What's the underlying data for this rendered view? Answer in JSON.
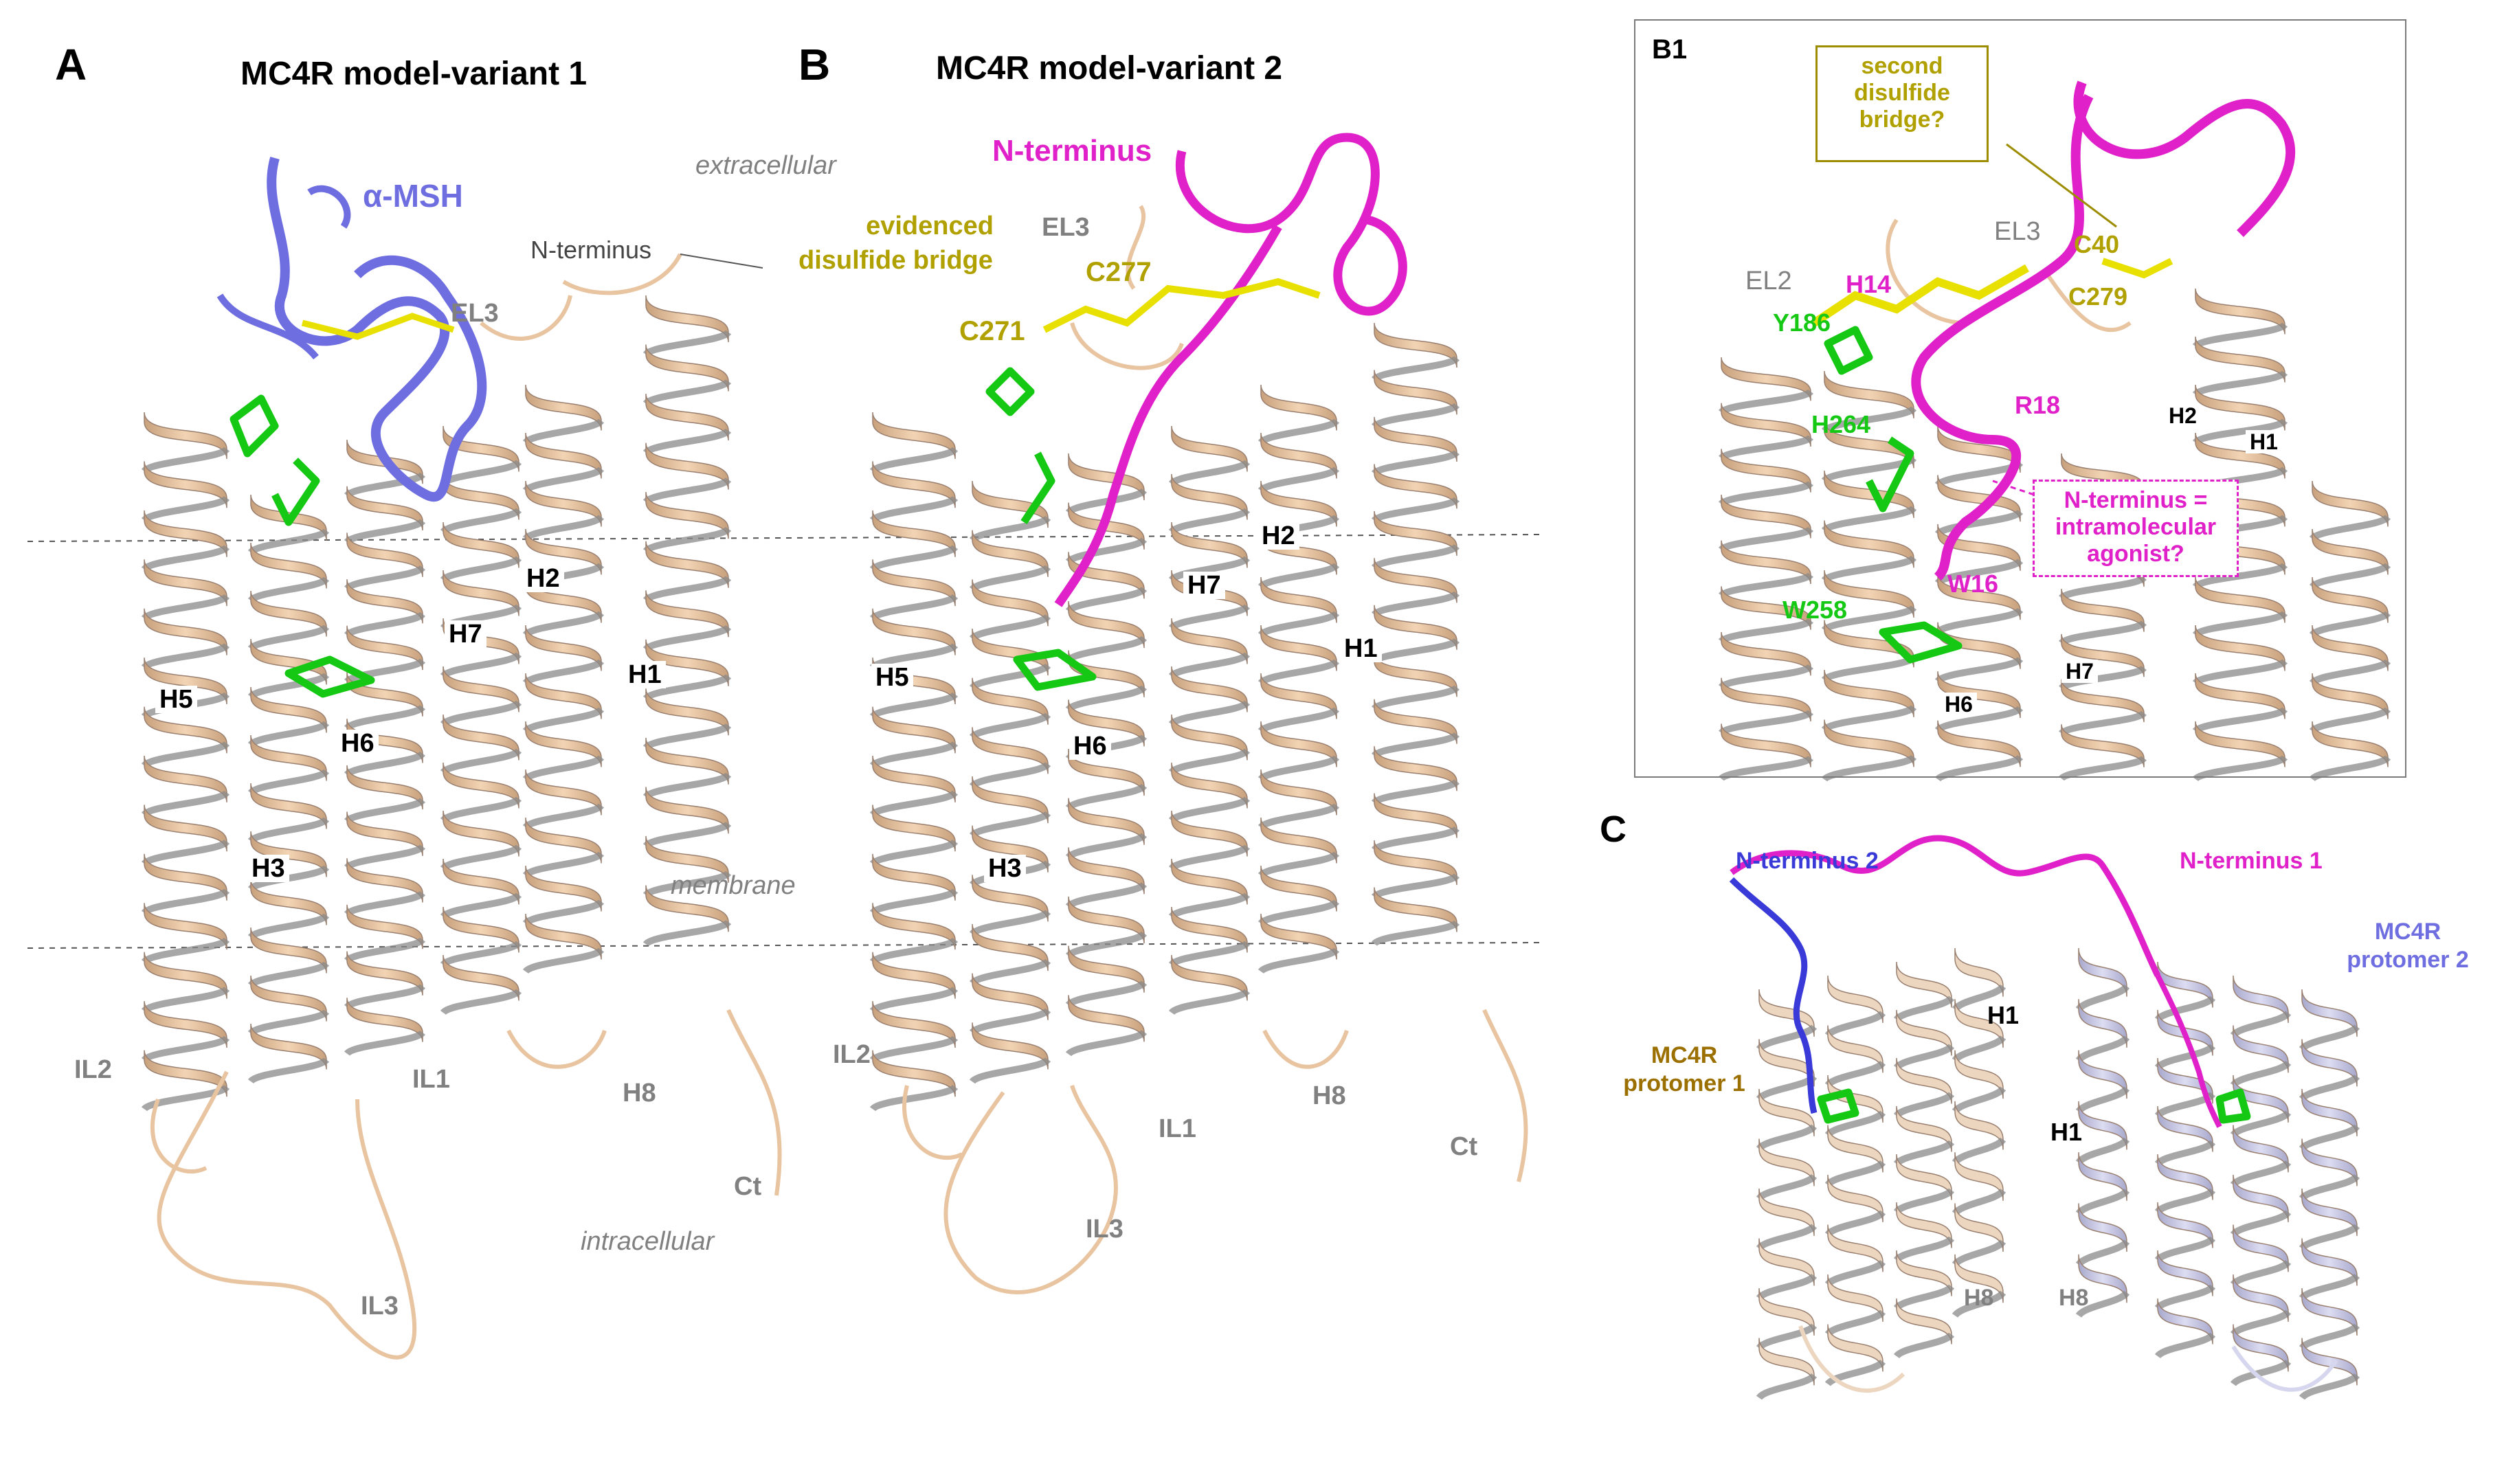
{
  "panels": {
    "a": {
      "letter": "A",
      "title": "MC4R model-variant 1"
    },
    "b": {
      "letter": "B",
      "title": "MC4R model-variant 2"
    },
    "b1": {
      "letter": "B1"
    },
    "c": {
      "letter": "C"
    }
  },
  "labels_a": {
    "alpha_msh": "α-MSH",
    "n_terminus": "N-terminus",
    "el3": "EL3",
    "extracellular": "extracellular",
    "membrane": "membrane",
    "intracellular": "intracellular",
    "h1": "H1",
    "h2": "H2",
    "h3": "H3",
    "h5": "H5",
    "h6": "H6",
    "h7": "H7",
    "il1": "IL1",
    "il2": "IL2",
    "il3": "IL3",
    "h8": "H8",
    "ct": "Ct"
  },
  "labels_b": {
    "n_terminus": "N-terminus",
    "el3": "EL3",
    "disulfide_line1": "evidenced",
    "disulfide_line2": "disulfide bridge",
    "c277": "C277",
    "c271": "C271",
    "h1": "H1",
    "h2": "H2",
    "h3": "H3",
    "h5": "H5",
    "h6": "H6",
    "h7": "H7",
    "il1": "IL1",
    "il2": "IL2",
    "il3": "IL3",
    "h8": "H8",
    "ct": "Ct"
  },
  "labels_b1": {
    "second_bridge_line1": "second",
    "second_bridge_line2": "disulfide",
    "second_bridge_line3": "bridge?",
    "el2": "EL2",
    "el3": "EL3",
    "h14": "H14",
    "y186": "Y186",
    "h264": "H264",
    "r18": "R18",
    "w16": "W16",
    "w258": "W258",
    "c40": "C40",
    "c279": "C279",
    "h1": "H1",
    "h2": "H2",
    "h6": "H6",
    "h7": "H7",
    "agonist_line1": "N-terminus =",
    "agonist_line2": "intramolecular",
    "agonist_line3": "agonist?"
  },
  "labels_c": {
    "n_terminus_2": "N-terminus 2",
    "n_terminus_1": "N-terminus 1",
    "protomer1_line1": "MC4R",
    "protomer1_line2": "protomer 1",
    "protomer2_line1": "MC4R",
    "protomer2_line2": "protomer 2",
    "h1_left": "H1",
    "h1_right": "H1",
    "h8_left": "H8",
    "h8_right": "H8"
  },
  "colors": {
    "helix_tan": "#e8c4a0",
    "helix_shadow": "#8a8a8a",
    "protomer2_lavender": "#c8c8ea",
    "ligand_blue": "#6e6ee0",
    "n_terminus_magenta": "#e020c8",
    "residue_green": "#14c814",
    "disulfide_yellow": "#e8e000",
    "label_olive": "#b0a000",
    "protomer1_brown": "#9c7000",
    "protomer2_blue": "#6e6ee0",
    "n_terminus2_blue": "#3a3ad8"
  }
}
